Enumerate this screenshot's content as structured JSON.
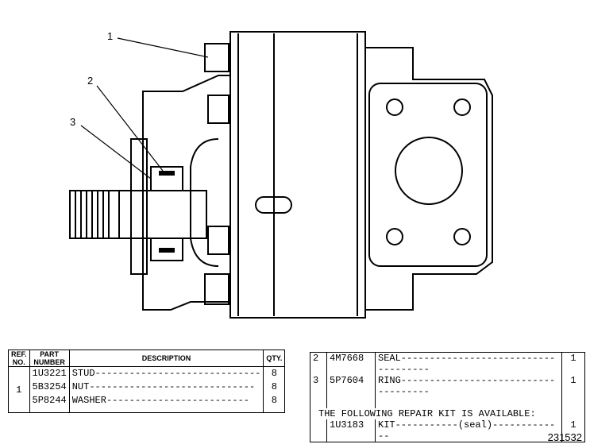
{
  "callouts": [
    "1",
    "2",
    "3"
  ],
  "table_left": {
    "headers": {
      "ref": "REF. NO.",
      "part": "PART NUMBER",
      "desc": "DESCRIPTION",
      "qty": "QTY."
    },
    "ref_no": "1",
    "rows": [
      {
        "part": "1U3221",
        "desc": "STUD-----------------------------",
        "qty": "8"
      },
      {
        "part": "5B3254",
        "desc": "NUT-----------------------------",
        "qty": "8"
      },
      {
        "part": "5P8244",
        "desc": "WASHER-------------------------",
        "qty": "8"
      }
    ]
  },
  "table_right": {
    "rows": [
      {
        "ref": "2",
        "part": "4M7668",
        "desc": "SEAL------------------------------------",
        "qty": "1"
      },
      {
        "ref": "3",
        "part": "5P7604",
        "desc": "RING------------------------------------",
        "qty": "1"
      }
    ],
    "note": "THE FOLLOWING REPAIR KIT IS AVAILABLE:",
    "kit": {
      "part": "1U3183",
      "desc": "KIT-----------(seal)-------------",
      "qty": "1"
    }
  },
  "figure_number": "231532"
}
